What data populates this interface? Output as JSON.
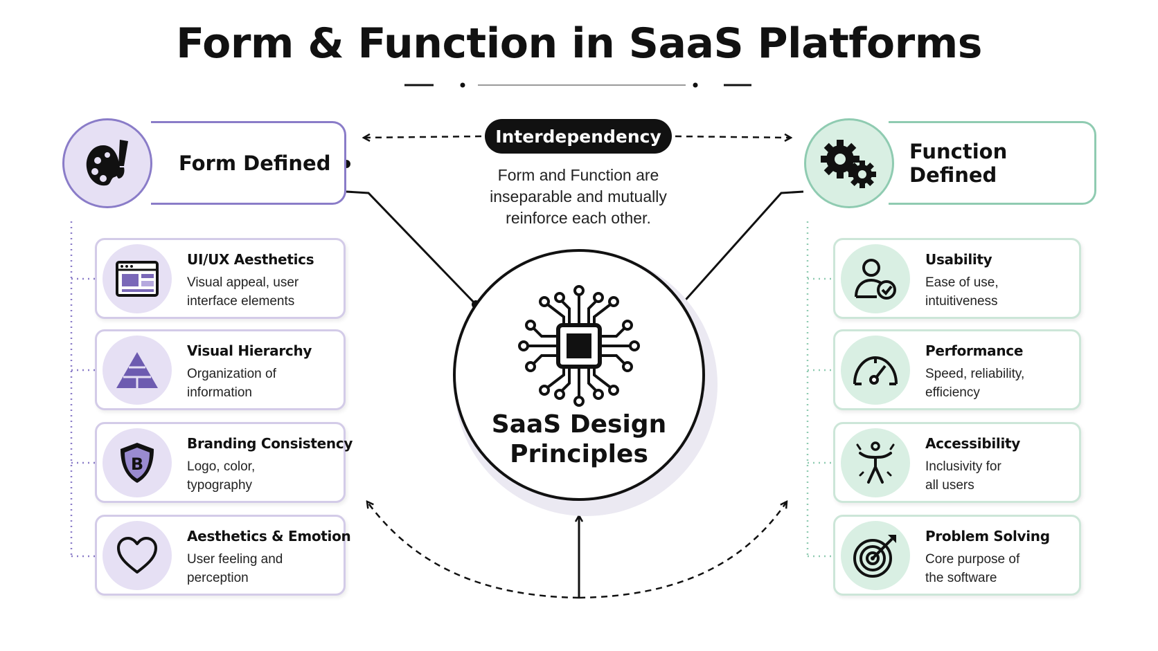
{
  "title": "Form & Function in SaaS Platforms",
  "center": {
    "line1": "SaaS Design",
    "line2": "Principles"
  },
  "interdependency": {
    "label": "Interdependency",
    "note": [
      "Form and Function are",
      "inseparable and mutually",
      "reinforce each other."
    ]
  },
  "form": {
    "heading": "Form Defined",
    "icon": "palette-brush-icon",
    "items": [
      {
        "title": "UI/UX Aesthetics",
        "desc": [
          "Visual appeal, user",
          "interface elements"
        ],
        "icon": "browser-window-icon"
      },
      {
        "title": "Visual Hierarchy",
        "desc": [
          "Organization of",
          "information"
        ],
        "icon": "pyramid-icon"
      },
      {
        "title": "Branding Consistency",
        "desc": [
          "Logo, color,",
          "typography"
        ],
        "icon": "shield-b-icon"
      },
      {
        "title": "Aesthetics & Emotion",
        "desc": [
          "User feeling and",
          "perception"
        ],
        "icon": "heart-icon"
      }
    ]
  },
  "function": {
    "heading": "Function Defined",
    "icon": "gears-icon",
    "items": [
      {
        "title": "Usability",
        "desc": [
          "Ease of use,",
          "intuitiveness"
        ],
        "icon": "user-check-icon"
      },
      {
        "title": "Performance",
        "desc": [
          "Speed, reliability,",
          "efficiency"
        ],
        "icon": "speedometer-icon"
      },
      {
        "title": "Accessibility",
        "desc": [
          "Inclusivity for",
          "all users"
        ],
        "icon": "accessibility-icon"
      },
      {
        "title": "Problem Solving",
        "desc": [
          "Core purpose of",
          "the software"
        ],
        "icon": "target-icon"
      }
    ]
  },
  "colors": {
    "form_accent": "#8a7cc8",
    "form_tint": "#e6e0f4",
    "function_accent": "#8fcbb1",
    "function_tint": "#d9efe3",
    "ink": "#111111"
  }
}
